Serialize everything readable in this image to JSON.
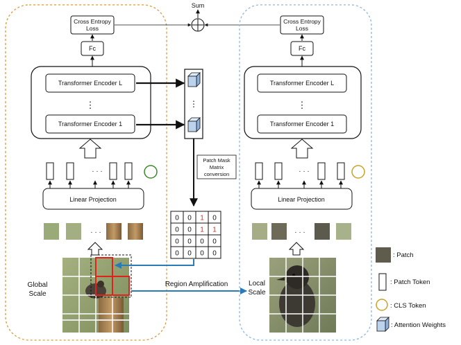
{
  "top": {
    "sum_label": "Sum"
  },
  "left_branch": {
    "loss_label": [
      "Cross Entropy",
      "Loss"
    ],
    "fc_label": "Fc",
    "encoder_top": "Transformer Encoder L",
    "encoder_bottom": "Transformer Encoder 1",
    "linear_projection": "Linear Projection",
    "scale_label": [
      "Global",
      "Scale"
    ],
    "ellipsis": "· · ·",
    "vertical_dots": "⋮"
  },
  "right_branch": {
    "loss_label": [
      "Cross Entropy",
      "Loss"
    ],
    "fc_label": "Fc",
    "encoder_top": "Transformer Encoder L",
    "encoder_bottom": "Transformer Encoder 1",
    "linear_projection": "Linear Projection",
    "scale_label": [
      "Local",
      "Scale"
    ],
    "ellipsis": "· · ·",
    "vertical_dots": "⋮"
  },
  "middle": {
    "conversion_label": [
      "Patch Mask",
      "Matrix",
      "conversion"
    ],
    "region_amplification": "Region Amplification",
    "mask_matrix": [
      [
        "0",
        "0",
        "1",
        "0"
      ],
      [
        "0",
        "0",
        "1",
        "1"
      ],
      [
        "0",
        "0",
        "0",
        "0"
      ],
      [
        "0",
        "0",
        "0",
        "0"
      ]
    ],
    "highlight_value": "1"
  },
  "legend": [
    {
      "icon": "patch-thumbnail",
      "label": ": Patch"
    },
    {
      "icon": "rectangle",
      "label": ": Patch Token"
    },
    {
      "icon": "circle",
      "label": ": CLS Token"
    },
    {
      "icon": "cube",
      "label": ": Attention Weights"
    }
  ],
  "colors": {
    "global_border": "#d99a3a",
    "local_border": "#8fb4de",
    "cls_green": "#3a8a2a",
    "cls_gold": "#c9a227",
    "mask_red": "#e0221c",
    "arrow_blue": "#2a7ab5",
    "cube_blue": "#bcd3ee"
  }
}
